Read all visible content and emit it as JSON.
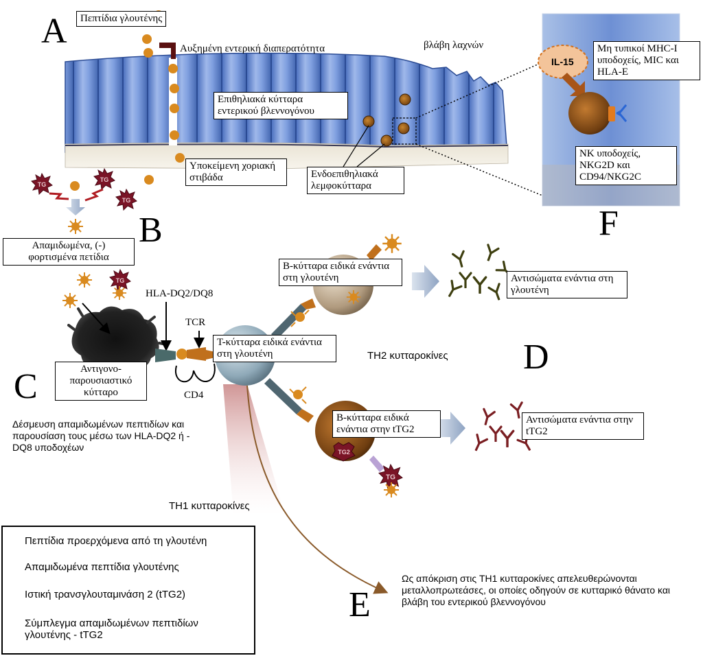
{
  "panels": {
    "A": "A",
    "B": "B",
    "C": "C",
    "D": "D",
    "E": "E",
    "F": "F"
  },
  "labels": {
    "gluten_peptides": "Πεπτίδια γλουτένης",
    "increased_permeability": "Αυξημένη εντερική διαπερατότητα",
    "villous_damage": "βλάβη λαχνών",
    "epithelial_cells": "Επιθηλιακά κύτταρα εντερικού βλεννογόνου",
    "lamina_propria": "Υποκείμενη χοριακή στιβάδα",
    "iel": "Ενδοεπιθηλιακά λεμφοκύτταρα",
    "il15": "IL-15",
    "nonclassical_mhc": "Μη τυπικοί MHC-I υποδοχείς, MIC και HLA-E",
    "nk_receptors": "NK υποδοχείς, NKG2D και CD94/NKG2C",
    "deamidated_neg": "Απαμιδωμένα, (-) φορτισμένα πετίδια",
    "hla": "HLA-DQ2/DQ8",
    "tcr": "TCR",
    "cd4": "CD4",
    "apc": "Αντιγονο-παρουσιαστικό κύτταρο",
    "tcell": "Τ-κύτταρα ειδικά ενάντια στη γλουτένη",
    "bcell_gluten": "Β-κύτταρα ειδικά ενάντια στη γλουτένη",
    "ab_gluten": "Αντισώματα ενάντια στη γλουτένη",
    "th2": "TH2 κυτταροκίνες",
    "bcell_ttg2": "Β-κύτταρα ειδικά ενάντια στην tTG2",
    "ab_ttg2": "Αντισώματα ενάντια στην tTG2",
    "binding_text": "Δέσμευση απαμιδωμένων πεπτιδίων και παρουσίαση τους μέσω των HLA-DQ2 ή -DQ8 υποδοχέων",
    "th1": "TH1 κυτταροκίνες",
    "mmp_text": "Ως απόκριση στις TH1 κυτταροκίνες απελευθερώνονται μεταλλοπρωτεάσες, οι οποίες οδηγούν σε κυτταρικό θάνατο και βλάβη του εντερικού βλεννογόνου",
    "tg2_mark": "TG2",
    "tg_mark": "TG"
  },
  "legend": {
    "items": [
      {
        "text": "Πεπτίδια προερχόμενα από τη γλουτένη",
        "icon": "orange-dot-icon"
      },
      {
        "text": "Απαμιδωμένα πεπτίδια γλουτένης",
        "icon": "star-peptide-icon"
      },
      {
        "text": "Ιστική τρανσγλουταμινάση 2 (tTG2)",
        "icon": "ttg2-icon"
      },
      {
        "text": "Σύμπλεγμα απαμιδωμένων πεπτιδίων γλουτένης - tTG2",
        "icon": "complex-icon"
      }
    ]
  },
  "colors": {
    "gluten_orange": "#d98a1f",
    "ttg2_red": "#7a1426",
    "epithelium_blue": "#5b7fc8",
    "tcell_blue": "#9cb6c6",
    "bcell_tan": "#b9a286",
    "bcell_brown": "#7a4a18",
    "antibody_dark": "#3e3f10",
    "antibody_red": "#7a1e22"
  }
}
